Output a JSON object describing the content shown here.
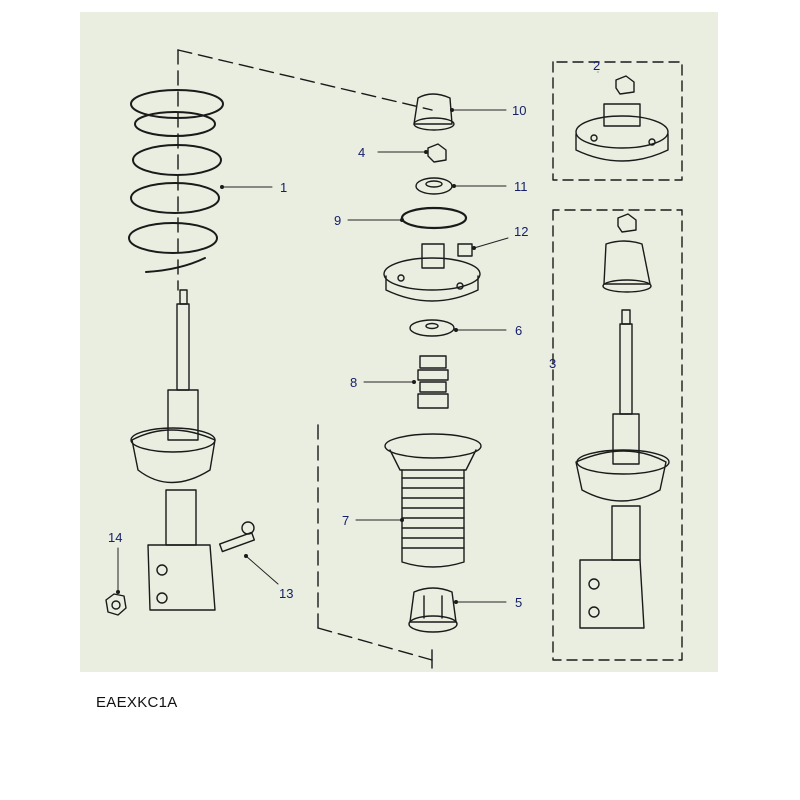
{
  "colors": {
    "background": "#e9eee0",
    "line": "#1a1a1a",
    "callout_text": "#16206a"
  },
  "diagram_code": "EAEXKC1A",
  "callouts": {
    "c1": "1",
    "c2": "2",
    "c3": "3",
    "c4": "4",
    "c5": "5",
    "c6": "6",
    "c7": "7",
    "c8": "8",
    "c9": "9",
    "c10": "10",
    "c11": "11",
    "c12": "12",
    "c13": "13",
    "c14": "14"
  }
}
